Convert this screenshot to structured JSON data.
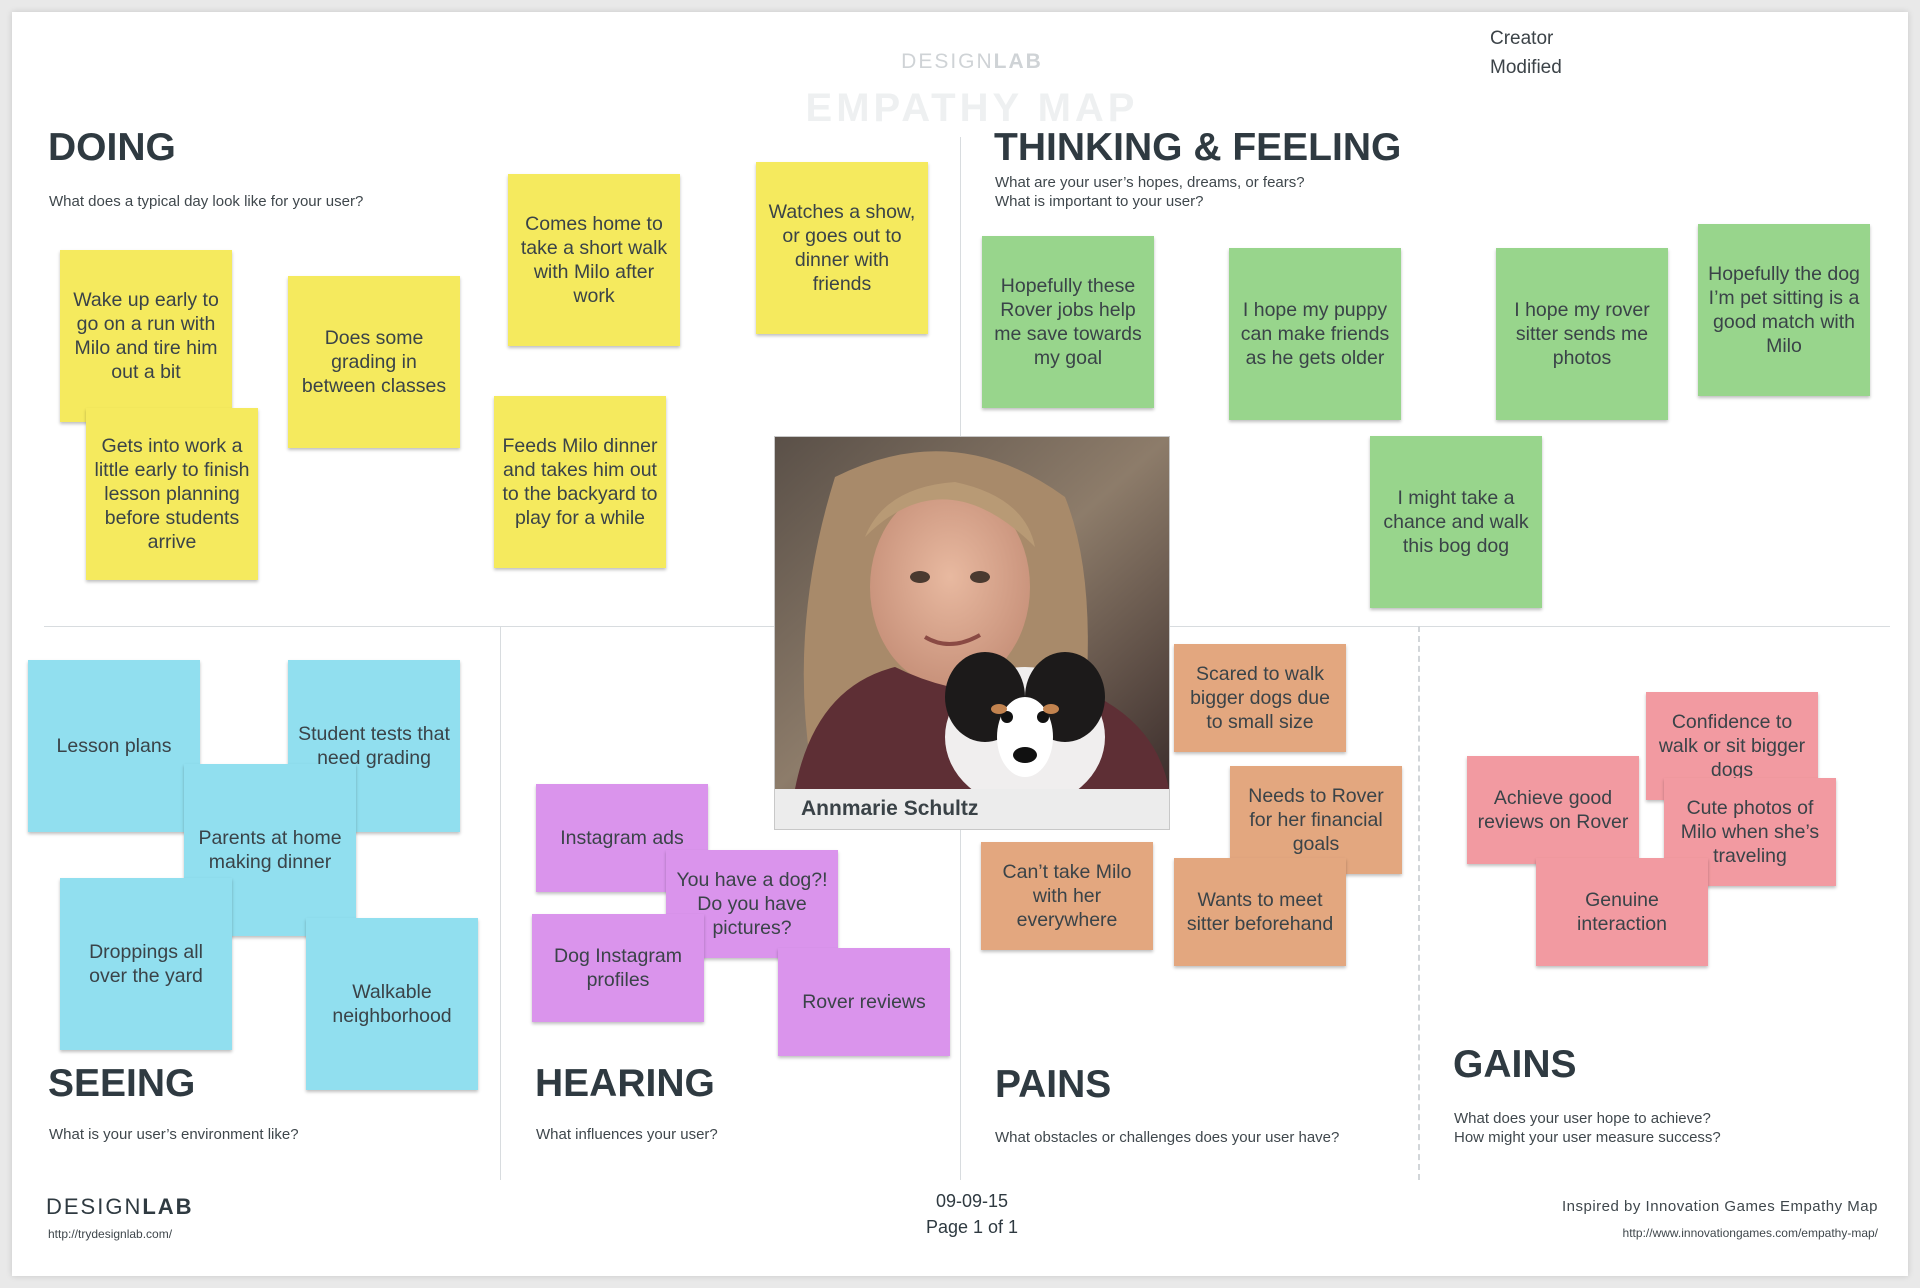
{
  "header": {
    "brand_light": "DESIGN",
    "brand_bold": "LAB",
    "title": "EMPATHY MAP",
    "creator_label": "Creator",
    "modified_label": "Modified"
  },
  "quadrants": {
    "doing": {
      "title": "DOING",
      "subtitle": "What does a typical day look like for your user?"
    },
    "thinking": {
      "title": "THINKING & FEELING",
      "subtitle_1": "What are your user’s hopes, dreams, or fears?",
      "subtitle_2": "What is important to your user?"
    },
    "seeing": {
      "title": "SEEING",
      "subtitle": "What is your user’s environment like?"
    },
    "hearing": {
      "title": "HEARING",
      "subtitle": "What influences your user?"
    },
    "pains": {
      "title": "PAINS",
      "subtitle": "What obstacles or challenges does your user have?"
    },
    "gains": {
      "title": "GAINS",
      "subtitle_1": "What does your user hope to achieve?",
      "subtitle_2": "How might your user measure success?"
    }
  },
  "persona": {
    "name": "Annmarie Schultz"
  },
  "notes": {
    "doing": [
      "Wake up early to go on a run with Milo and tire him out a bit",
      "Gets into work a little early to finish lesson planning before students arrive",
      "Does some grading in between classes",
      "Comes home to take a short walk with Milo after work",
      "Feeds Milo dinner and takes him out to the backyard to play for a while",
      "Watches a show, or goes out to dinner with friends"
    ],
    "thinking": [
      "Hopefully these Rover jobs help me save towards my goal",
      "I hope my puppy can make friends as he gets older",
      "I hope my rover sitter sends me photos",
      "Hopefully the dog I’m pet sitting is a good match with Milo",
      "I might take a chance and walk this bog dog"
    ],
    "seeing": [
      "Lesson plans",
      "Student tests that need grading",
      "Parents at home making dinner",
      "Droppings all over the yard",
      "Walkable neighborhood"
    ],
    "hearing": [
      "Instagram ads",
      "You have a dog?! Do you have pictures?",
      "Dog Instagram profiles",
      "Rover reviews"
    ],
    "pains": [
      "Scared to walk bigger dogs due to small size",
      "Needs to Rover for her financial goals",
      "Can’t take Milo with her everywhere",
      "Wants to meet sitter beforehand"
    ],
    "gains": [
      "Confidence to walk or sit bigger dogs",
      "Achieve good reviews on Rover",
      "Cute photos of Milo when she’s traveling",
      "Genuine interaction"
    ]
  },
  "footer": {
    "brand_light": "DESIGN",
    "brand_bold": "LAB",
    "url": "http://trydesignlab.com/",
    "date": "09-09-15",
    "page": "Page 1 of 1",
    "credit": "Inspired by Innovation Games Empathy Map",
    "credit_url": "http://www.innovationgames.com/empathy-map/"
  },
  "colors": {
    "yellow": "#f5ea5e",
    "green": "#98d58c",
    "blue": "#91dfef",
    "purple": "#da94ec",
    "orange": "#e3a77f",
    "pink": "#f29aa1"
  }
}
